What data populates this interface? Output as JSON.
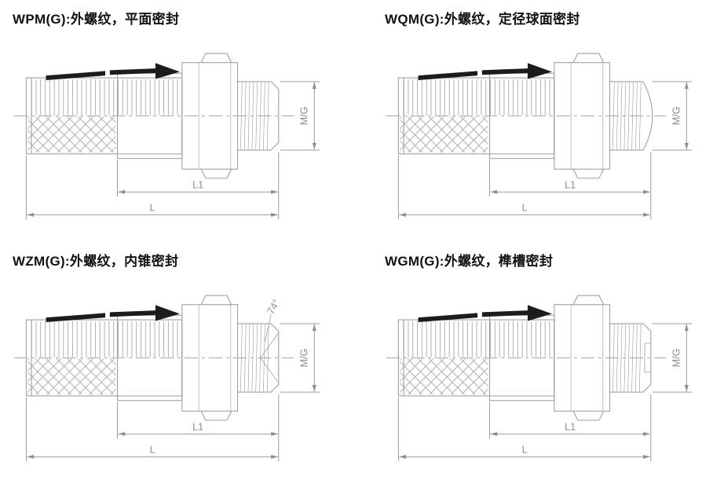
{
  "document": {
    "background": "#ffffff"
  },
  "colors": {
    "drawing_line": "#98a0a8",
    "dimension_line": "#8a9098",
    "braid_arrow": "#1c1c1c",
    "title_text": "#121212"
  },
  "panels": [
    {
      "id": "WPM(G)",
      "title": "WPM(G):外螺纹，平面密封",
      "dims": {
        "mg": "M/G",
        "l1": "L1",
        "l": "L"
      }
    },
    {
      "id": "WQM(G)",
      "title": "WQM(G):外螺纹，定径球面密封",
      "dims": {
        "mg": "M/G",
        "l1": "L1",
        "l": "L"
      }
    },
    {
      "id": "WZM(G)",
      "title": "WZM(G):外螺纹，内锥密封",
      "angle": "74°",
      "dims": {
        "mg": "M/G",
        "l1": "L1",
        "l": "L"
      }
    },
    {
      "id": "WGM(G)",
      "title": "WGM(G):外螺纹，榫槽密封",
      "dims": {
        "mg": "M/G",
        "l1": "L1",
        "l": "L"
      }
    }
  ]
}
